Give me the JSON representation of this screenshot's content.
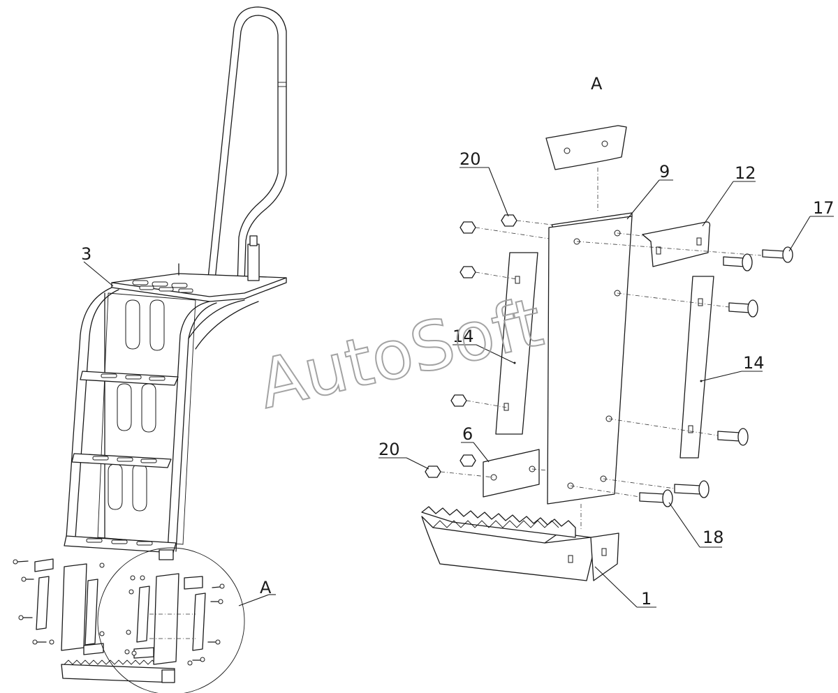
{
  "labels": {
    "part_3": "3",
    "part_A_overview": "A",
    "detail_title": "A",
    "part_20_top": "20",
    "part_9": "9",
    "part_12": "12",
    "part_17": "17",
    "part_14_left": "14",
    "part_14_right": "14",
    "part_6": "6",
    "part_20_bottom": "20",
    "part_18": "18",
    "part_1": "1"
  },
  "watermark": {
    "text": "AutoSoft",
    "color": "#9a9a9a"
  },
  "colors": {
    "line": "#1a1a1a",
    "background": "#ffffff"
  }
}
